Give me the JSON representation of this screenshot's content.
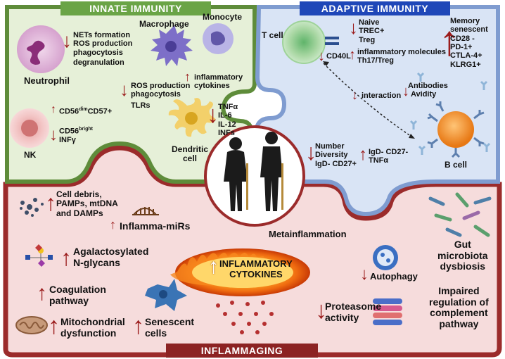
{
  "sections": {
    "innate_title": "INNATE IMMUNITY",
    "adaptive_title": "ADAPTIVE IMMUNITY",
    "inflammaging_title": "INFLAMMAGING"
  },
  "innate": {
    "neutrophil_label": "Neutrophil",
    "neutrophil_effects": [
      "NETs formation",
      "ROS production",
      "phagocytosis",
      "degranulation"
    ],
    "macrophage_label": "Macrophage",
    "monocyte_label": "Monocyte",
    "monocyte_effect": [
      "inflammatory",
      "cytokines"
    ],
    "macrophage_effects": [
      "ROS production",
      "phagocytosis",
      "TLRs"
    ],
    "nk_label": "NK",
    "nk_up_text": "CD56",
    "nk_up_sup": "dim",
    "nk_up_tail": "CD57+",
    "nk_down_text": "CD56",
    "nk_down_sup": "bright",
    "nk_down_line2": "INFγ",
    "dendritic_label": [
      "Dendritic",
      "cell"
    ],
    "dendritic_effects": [
      "TNFα",
      "IL-6",
      "IL-12",
      "INFs"
    ]
  },
  "adaptive": {
    "tcell_label": "T cell",
    "tcell_naive": [
      "Naive",
      "TREC+",
      "Treg"
    ],
    "tcell_cd40l": "CD40L",
    "tcell_inflam": [
      "inflammatory molecules",
      "Th17/Treg"
    ],
    "memory": [
      "Memory",
      "senescent",
      "CD28 -",
      "PD-1+",
      "CTLA-4+",
      "KLRG1+"
    ],
    "interaction": "interaction",
    "antibodies": [
      "Antibodies",
      "Avidity"
    ],
    "bcell_label": "B cell",
    "bcell_down": [
      "Number",
      "Diversity",
      "IgD- CD27+"
    ],
    "bcell_up": [
      "IgD- CD27-",
      "TNFα"
    ]
  },
  "inflammaging": {
    "debris": [
      "Cell debris,",
      "PAMPs, mtDNA",
      "and DAMPs"
    ],
    "mirs": "Inflamma-miRs",
    "metainflammation": "Metainflammation",
    "glycans": [
      "Agalactosylated",
      "N-glycans"
    ],
    "center": [
      "INFLAMMATORY",
      "CYTOKINES"
    ],
    "autophagy": "Autophagy",
    "microbiota": [
      "Gut",
      "microbiota",
      "dysbiosis"
    ],
    "coagulation": [
      "Coagulation",
      "pathway"
    ],
    "complement": [
      "Impaired",
      "regulation of",
      "complement",
      "pathway"
    ],
    "proteasome": [
      "Proteasome",
      "activity"
    ],
    "mito": [
      "Mitochondrial",
      "dysfunction"
    ],
    "senescent": [
      "Senescent",
      "cells"
    ]
  },
  "colors": {
    "innate_fill": "#e6f0d8",
    "innate_border": "#5e8c3a",
    "adaptive_fill": "#d9e4f5",
    "adaptive_border": "#7f9cd0",
    "inflam_fill": "#f6dcdc",
    "inflam_border": "#9b2b2b",
    "arrow": "#9b1c1c",
    "adaptive_banner": "#1f47b8"
  }
}
